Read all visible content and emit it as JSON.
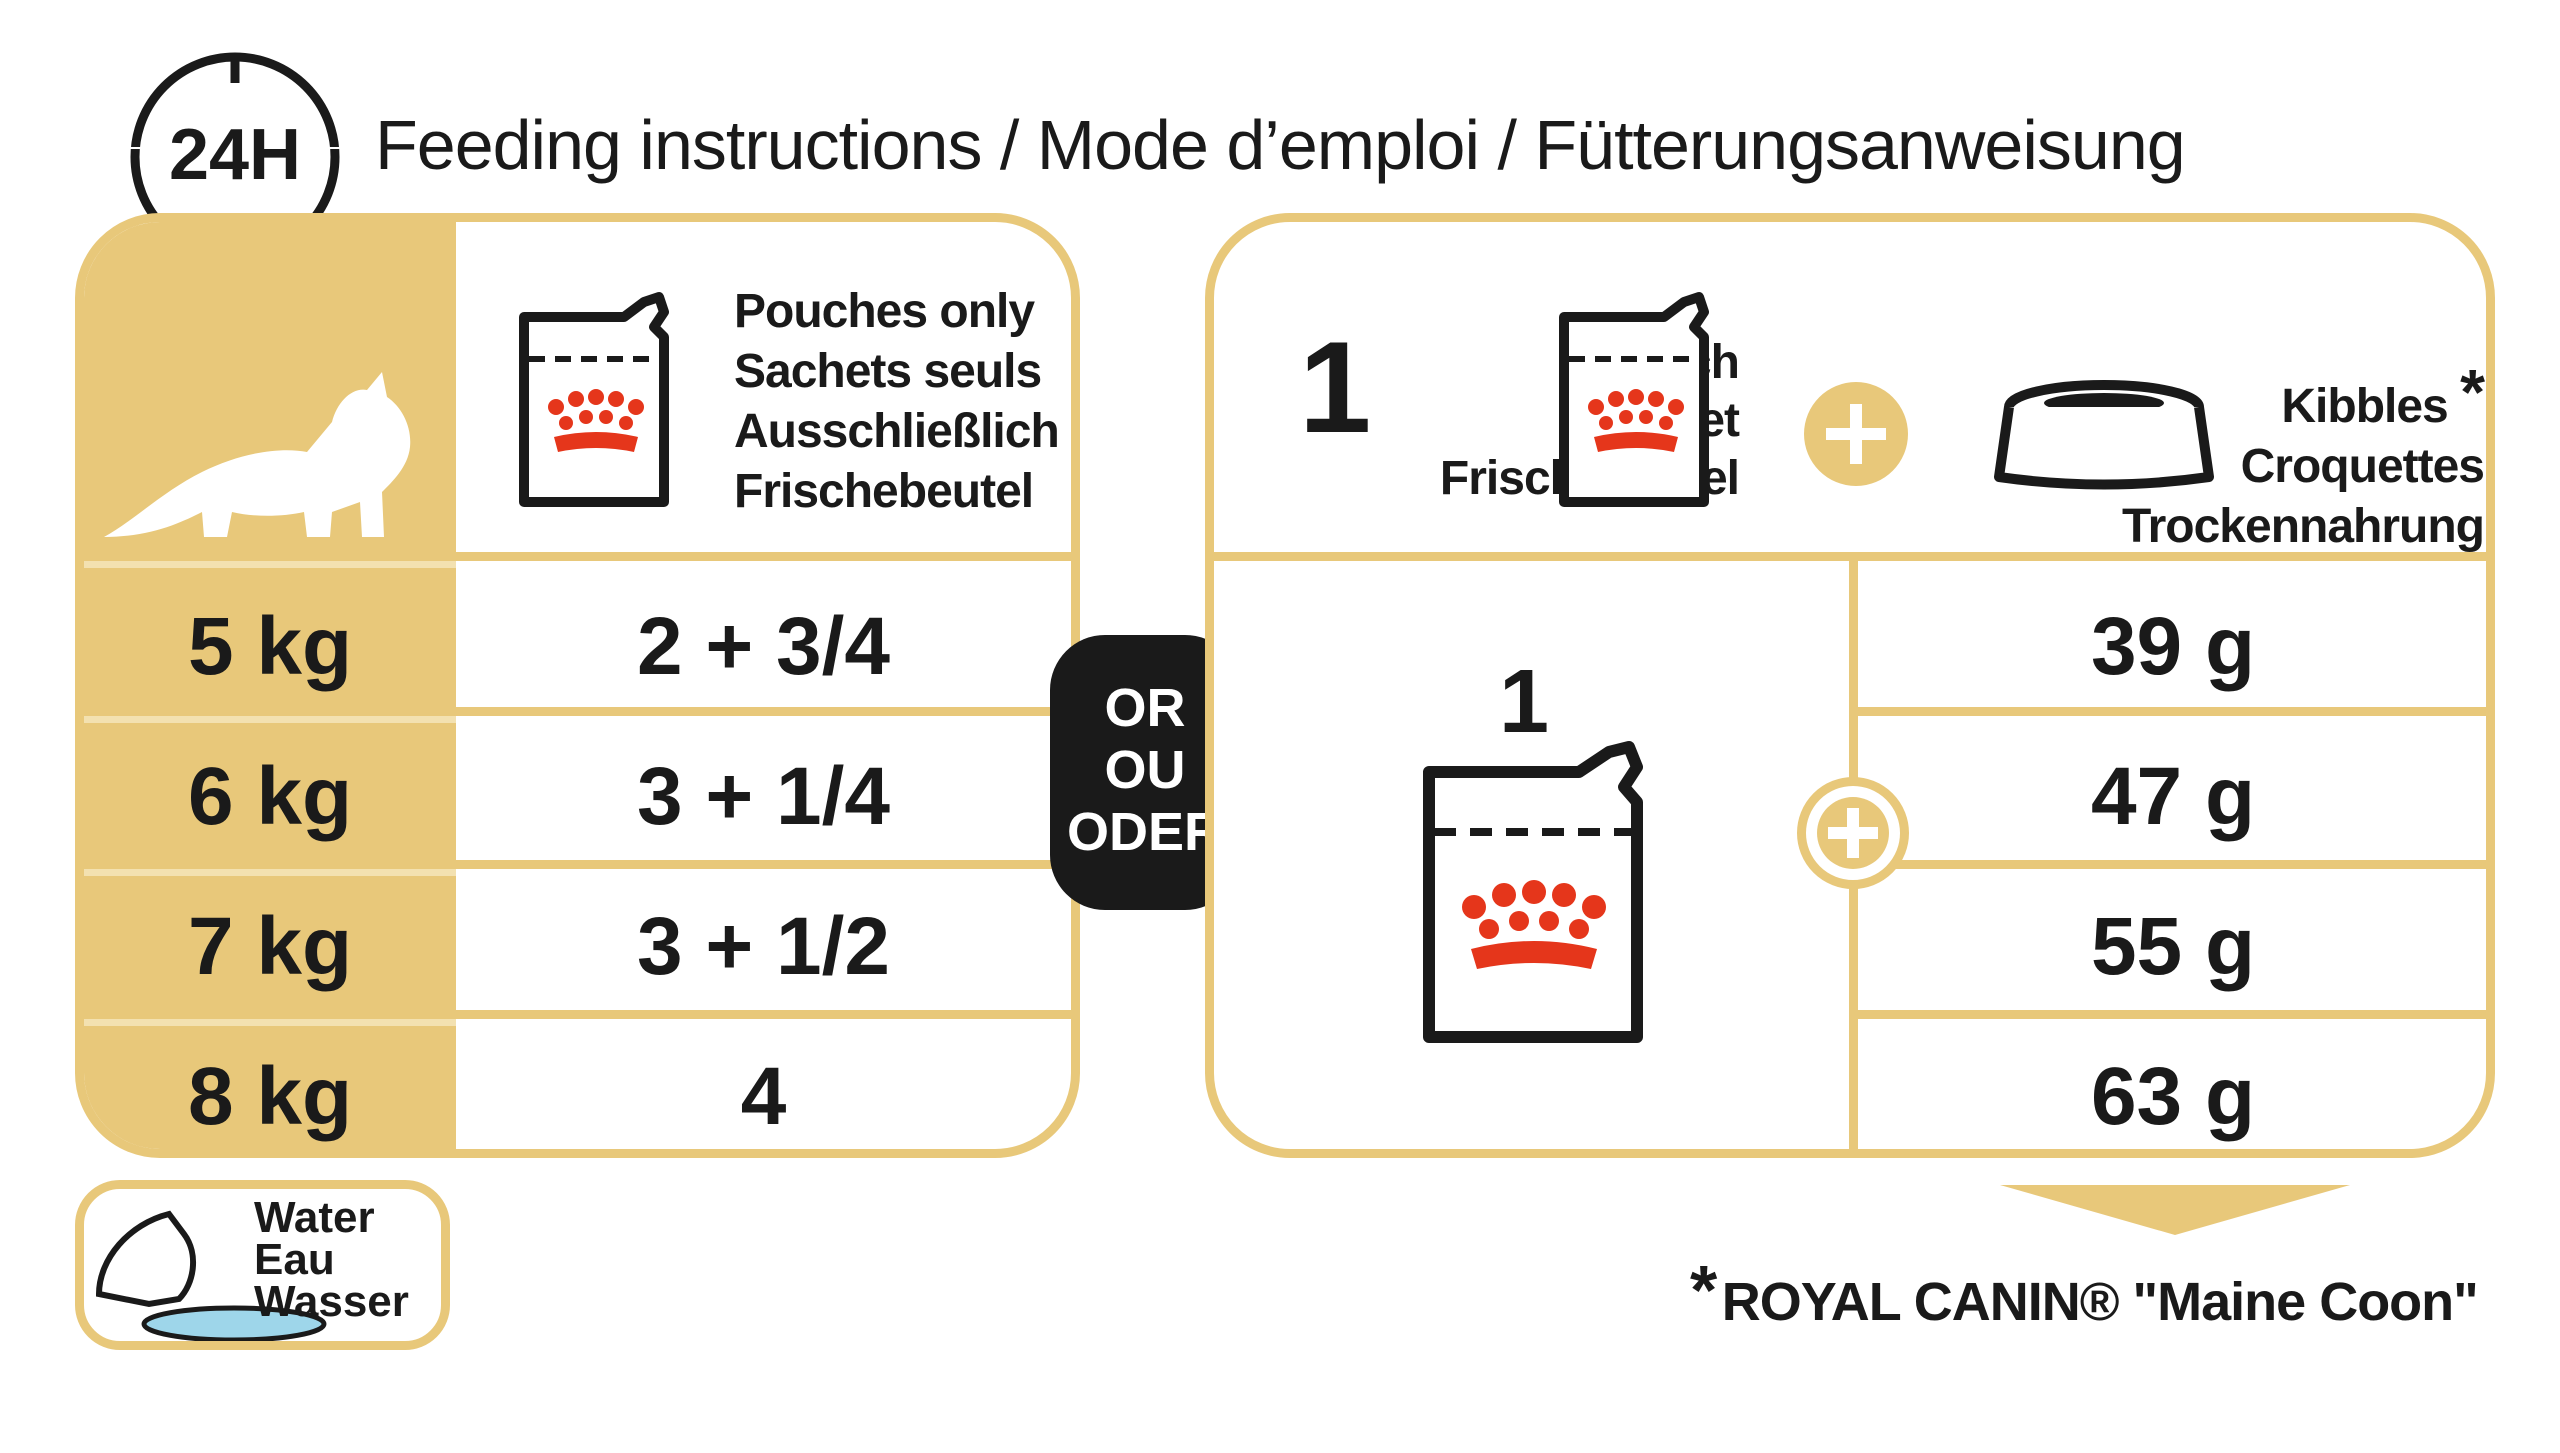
{
  "header": {
    "clock_label": "24H",
    "title": "Feeding instructions / Mode d’emploi / Fütterungsanweisung"
  },
  "colors": {
    "gold": "#E8C87A",
    "gold_light": "#F3E1B0",
    "red": "#E5361B",
    "black": "#1a1a1a",
    "water": "#9ED6EA"
  },
  "left_panel": {
    "pouch_labels": [
      "Pouches only",
      "Sachets seuls",
      "Ausschließlich",
      "Frischebeutel"
    ],
    "rows": [
      {
        "weight": "5 kg",
        "pouches": "2 + 3/4"
      },
      {
        "weight": "6 kg",
        "pouches": "3 + 1/4"
      },
      {
        "weight": "7 kg",
        "pouches": "3 + 1/2"
      },
      {
        "weight": "8 kg",
        "pouches": "4"
      }
    ]
  },
  "or_badge": [
    "OR",
    "OU",
    "ODER"
  ],
  "right_panel": {
    "pouch_count": "1",
    "pouch_labels": [
      "Pouch",
      "Sachet",
      "Frischebeutel"
    ],
    "kibble_labels": [
      "Kibbles",
      "Croquettes",
      "Trockennahrung"
    ],
    "asterisk": "*",
    "pouch_big_count": "1",
    "kibble_rows": [
      "39 g",
      "47 g",
      "55 g",
      "63 g"
    ]
  },
  "water": {
    "labels": [
      "Water",
      "Eau",
      "Wasser"
    ]
  },
  "footnote": {
    "asterisk": "*",
    "text": "ROYAL CANIN® \"Maine Coon\""
  }
}
